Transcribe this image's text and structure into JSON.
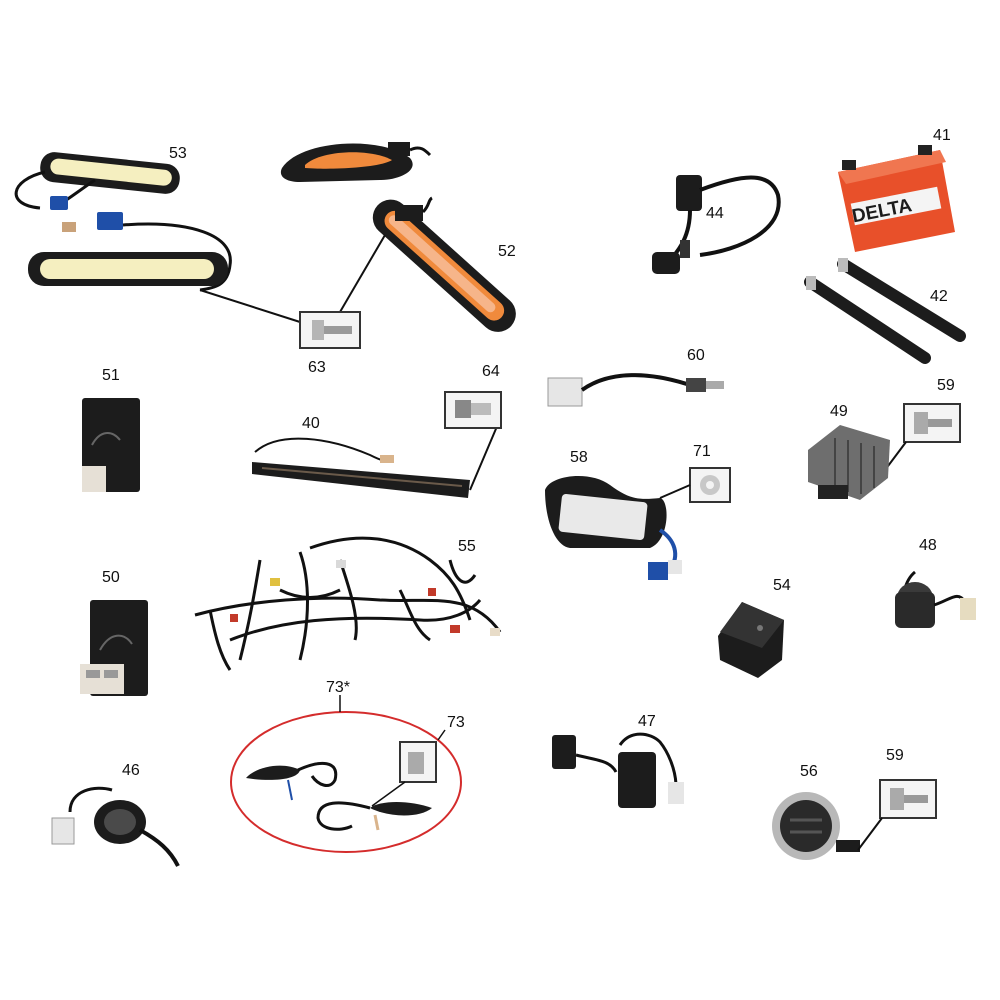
{
  "diagram": {
    "labels": {
      "p40": "40",
      "p41": "41",
      "p42": "42",
      "p44": "44",
      "p46": "46",
      "p47": "47",
      "p48": "48",
      "p49": "49",
      "p50": "50",
      "p51": "51",
      "p52": "52",
      "p53": "53",
      "p54": "54",
      "p55": "55",
      "p56": "56",
      "p58": "58",
      "p59a": "59",
      "p59b": "59",
      "p60": "60",
      "p63": "63",
      "p64": "64",
      "p71": "71",
      "p73": "73",
      "p73star": "73*"
    },
    "battery_brand": "DELTA",
    "colors": {
      "battery": "#e8502a",
      "callout_circle": "#d42c2c",
      "drl_light": "#f5efc0",
      "turn_light": "#f08a3c",
      "body": "#1c1c1c",
      "connector_blue": "#1f4fa8"
    }
  }
}
